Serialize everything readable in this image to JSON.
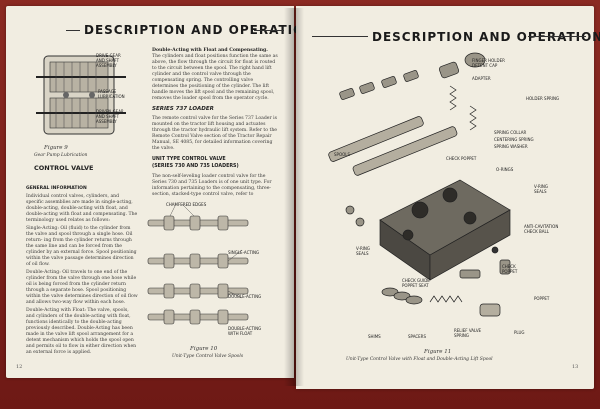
{
  "left_page": {
    "header": "Description and Operation",
    "fig1_labels": {
      "drive_gear": "DRIVE GEAR\nAND SHAFT\nASSEMBLY",
      "passage": "PASSAGE\nLUBRICATION",
      "driven_gear": "DRIVEN GEAR\nAND SHAFT\nASSEMBLY"
    },
    "fig1_caption_title": "Figure 9",
    "fig1_caption_text": "Gear Pump Lubrication",
    "control_valve_heading": "CONTROL VALVE",
    "general_info_heading": "GENERAL INFORMATION",
    "col1_text": [
      "Individual control valves, cylinders, and specific assemblies are made in single-acting, double-acting, double-acting with float, and double-acting with float and compensating. The terminology used relates as follows:",
      "Single-Acting: Oil (fluid) to the cylinder from the valve and spool through a single hose. Oil return- ing from the cylinder returns through the same line and can be forced from the cylinder by an external force. Spool positioning within the valve passage determines direction of oil flow.",
      "Double-Acting: Oil travels to one end of the cylinder from the valve through one hose while oil is being forced from the cylinder return through a separate hose. Spool positioning within the valve determines direction of oil flow and allows two-way flow within each hose.",
      "Double-Acting with Float: The valve, spools, and cylinders of the double-acting with float, functions identically to the double-acting previously described. Double-Acting has been made in the valve lift spool arrangement for a detent mechanism which holds the spool open and permits oil to flow in either direction when an external force is applied."
    ],
    "col2_top_heading": "Double-Acting with Float and Compensating.",
    "col2_top_text": "The cylinders and float positions function the same as above, the flow through the circuit for float is routed to the circuit between the spool. The right hand lift cylinder and the control valve through the compensating spring. The controlling valve determines the positioning of the cylinder. The lift handle moves the lift spool and the remaining spool, removes the loader spool from the operator cycle.",
    "series_loader_heading": "SERIES 737 LOADER",
    "series_loader_text": "The remote control valve for the Series 737 Loader is mounted on the tractor lift housing and actuates through the tractor hydraulic lift system. Refer to the Remote Control Valve section of the Tractor Repair Manual, SE 4085, for detailed information covering the valve.",
    "unit_type_heading": "UNIT TYPE CONTROL VALVE\n(SERIES 730 AND 735 LOADERS)",
    "unit_type_text": "The non-self-leveling loader control valve for the Series 730 and 735 Loaders is of one unit type. For information pertaining to the compensating, three-section, stacked-type control valve, refer to",
    "fig10_labels": {
      "chamfered": "CHAMFERED EDGES",
      "single": "SINGLE-ACTING",
      "double": "DOUBLE-ACTING",
      "double_float": "DOUBLE-ACTING\nWITH FLOAT"
    },
    "fig10_caption_title": "Figure 10",
    "fig10_caption_text": "Unit-Type Control Valve Spools",
    "page_number": "12"
  },
  "right_page": {
    "header": "Description and Operation",
    "fig11_labels": {
      "finger_holder": "FINGER HOLDER\nDETENT CAP",
      "adapter": "ADAPTER",
      "holder_spring": "HOLDER SPRING",
      "spring_collar": "SPRING COLLAR",
      "centering_spring": "CENTERING SPRING",
      "spring_washer": "SPRING WASHER",
      "spools": "SPOOLS",
      "check_poppet": "CHECK POPPET",
      "o_rings": "O-RINGS",
      "v_ring_seals": "V-RING\nSEALS",
      "anti_cavitation": "ANTI-CAVITATION\nCHECK BALL",
      "v_ring_seals_2": "V-RING\nSEALS",
      "check_guide": "CHECK GUIDE\nPOPPET SEAT",
      "check_poppet_2": "CHECK\nPOPPET",
      "poppet": "POPPET",
      "shims": "SHIMS",
      "spacers": "SPACERS",
      "relief_spring": "RELIEF VALVE\nSPRING",
      "plug": "PLUG"
    },
    "fig11_caption_title": "Figure 11",
    "fig11_caption_text": "Unit-Type Control Valve with Float and Double-Acting Lift Spool",
    "page_number": "13"
  }
}
